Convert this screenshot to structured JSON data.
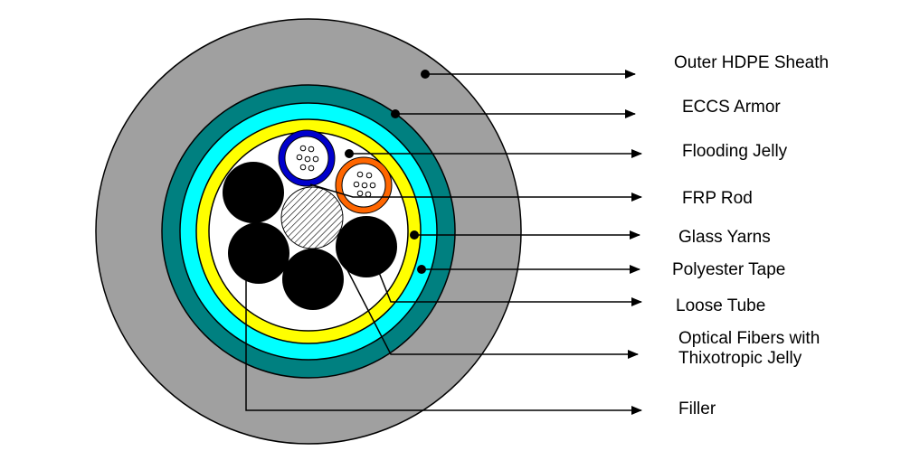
{
  "labels": {
    "outer_sheath": "Outer HDPE Sheath",
    "armor": "ECCS Armor",
    "flooding_jelly": "Flooding Jelly",
    "frp_rod": "FRP Rod",
    "glass_yarns": "Glass Yarns",
    "polyester_tape": "Polyester Tape",
    "loose_tube": "Loose Tube",
    "optical_fibers_line1": "Optical Fibers with",
    "optical_fibers_line2": "Thixotropic Jelly",
    "filler": "Filler"
  },
  "colors": {
    "sheath": "#a0a0a0",
    "armor": "#008080",
    "tape": "#00ffff",
    "yarns": "#ffff00",
    "core": "#ffffff",
    "filler": "#000000",
    "tube_blue": "#0000cc",
    "tube_orange": "#ff6600",
    "line": "#000000"
  }
}
